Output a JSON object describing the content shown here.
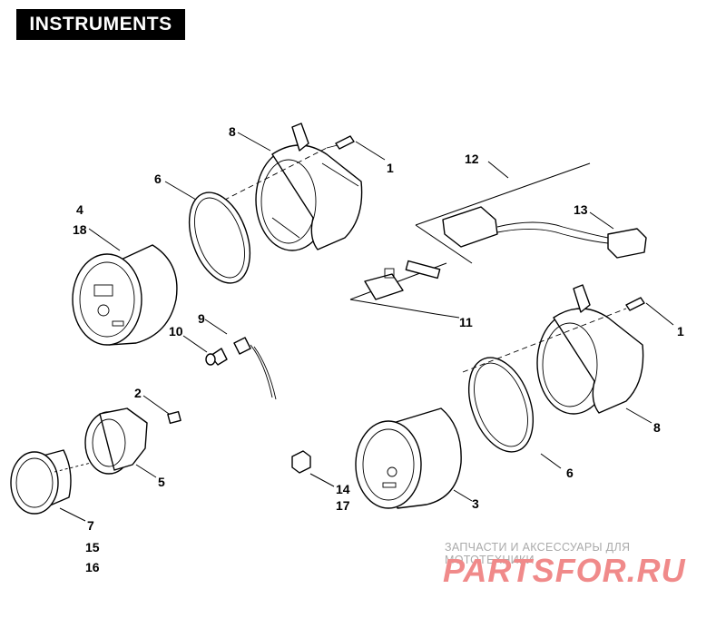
{
  "header": {
    "title": "INSTRUMENTS"
  },
  "callouts": {
    "c1a": "1",
    "c1b": "1",
    "c2": "2",
    "c3": "3",
    "c4": "4",
    "c5": "5",
    "c6a": "6",
    "c6b": "6",
    "c7": "7",
    "c8a": "8",
    "c8b": "8",
    "c9": "9",
    "c10": "10",
    "c11": "11",
    "c12": "12",
    "c13": "13",
    "c14": "14",
    "c15": "15",
    "c16": "16",
    "c17": "17",
    "c18": "18"
  },
  "watermark": {
    "caption": "ЗАПЧАСТИ И АКСЕССУАРЫ ДЛЯ МОТОТЕХНИКИ",
    "brand": "PARTSFOR.RU",
    "brand_color": "#f08a8a"
  }
}
